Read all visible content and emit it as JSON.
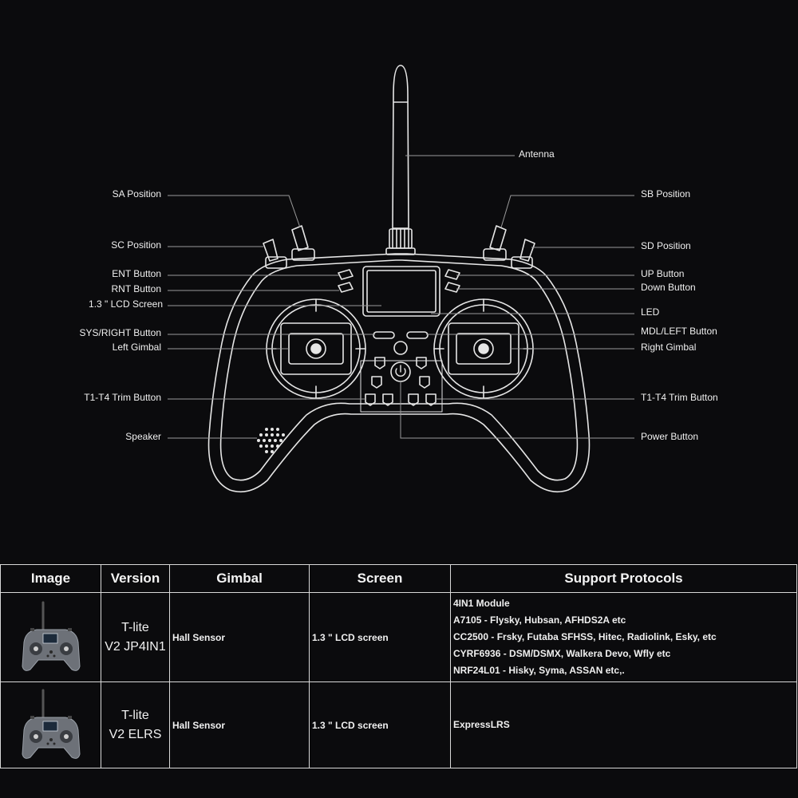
{
  "labels": {
    "antenna": "Antenna",
    "sa_position": "SA  Position",
    "sc_position": "SC  Position",
    "ent_button": "ENT  Button",
    "rnt_button": "RNT  Button",
    "lcd_screen": "1.3 \" LCD Screen",
    "sys_right_button": "SYS/RIGHT Button",
    "left_gimbal": "Left Gimbal",
    "t1t4_trim_left": "T1-T4 Trim Button",
    "speaker": "Speaker",
    "sb_position": "SB  Position",
    "sd_position": "SD  Position",
    "up_button": "UP  Button",
    "down_button": "Down  Button",
    "led": "LED",
    "mdl_left_button": "MDL/LEFT Button",
    "right_gimbal": "Right Gimbal",
    "t1t4_trim_right": "T1-T4 Trim Button",
    "power_button": "Power Button"
  },
  "table": {
    "headers": [
      "Image",
      "Version",
      "Gimbal",
      "Screen",
      "Support Protocols"
    ],
    "rows": [
      {
        "version_line1": "T-lite",
        "version_line2": "V2 JP4IN1",
        "gimbal": "Hall Sensor",
        "screen": "1.3 \" LCD screen",
        "protocols": [
          "4IN1 Module",
          "A7105 - Flysky, Hubsan, AFHDS2A etc",
          "CC2500 - Frsky, Futaba SFHSS, Hitec, Radiolink, Esky,  etc",
          "CYRF6936 - DSM/DSMX, Walkera Devo, Wfly etc",
          "NRF24L01 - Hisky, Syma, ASSAN etc,."
        ]
      },
      {
        "version_line1": "T-lite",
        "version_line2": "V2 ELRS",
        "gimbal": "Hall Sensor",
        "screen": "1.3 \" LCD screen",
        "protocols": [
          "ExpressLRS"
        ]
      }
    ]
  },
  "colors": {
    "background": "#0b0b0d",
    "outline": "#e6e6e6",
    "leader": "#9a9a9a"
  }
}
